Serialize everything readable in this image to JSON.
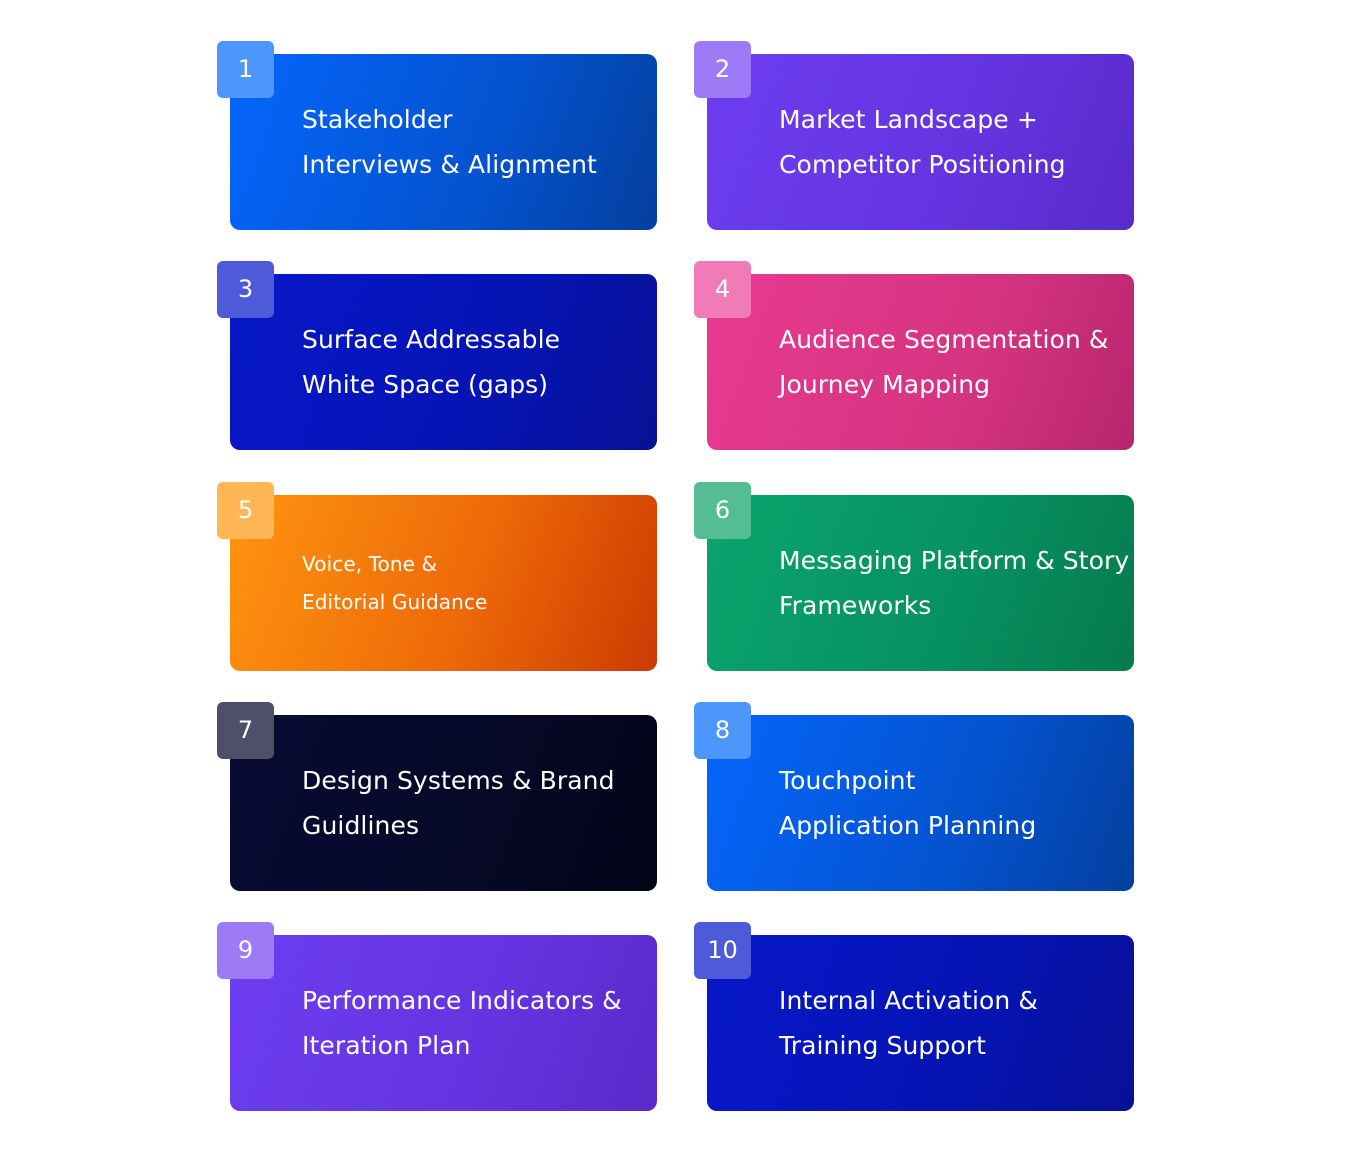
{
  "cards": [
    {
      "number": "1",
      "line1": "Stakeholder",
      "line2": "Interviews & Alignment",
      "color": "#0566fb"
    },
    {
      "number": "2",
      "line1": "Market Landscape +",
      "line2": "Competitor Positioning",
      "color": "#6d3ef0"
    },
    {
      "number": "3",
      "line1": "Surface Addressable",
      "line2": "White Space (gaps)",
      "color": "#0718c9"
    },
    {
      "number": "4",
      "line1": "Audience Segmentation &",
      "line2": "Journey Mapping",
      "color": "#e83a91"
    },
    {
      "number": "5",
      "line1": "Voice, Tone &",
      "line2": "Editorial Guidance",
      "color": "#fe9510"
    },
    {
      "number": "6",
      "line1": "Messaging Platform & Story",
      "line2": "Frameworks",
      "color": "#0aa56e"
    },
    {
      "number": "7",
      "line1": "Design Systems & Brand",
      "line2": "Guidlines",
      "color": "#080c35"
    },
    {
      "number": "8",
      "line1": "Touchpoint",
      "line2": "Application Planning",
      "color": "#0566fb"
    },
    {
      "number": "9",
      "line1": "Performance Indicators &",
      "line2": "Iteration Plan",
      "color": "#6d3ef0"
    },
    {
      "number": "10",
      "line1": "Internal Activation &",
      "line2": "Training Support",
      "color": "#0718c9"
    }
  ]
}
